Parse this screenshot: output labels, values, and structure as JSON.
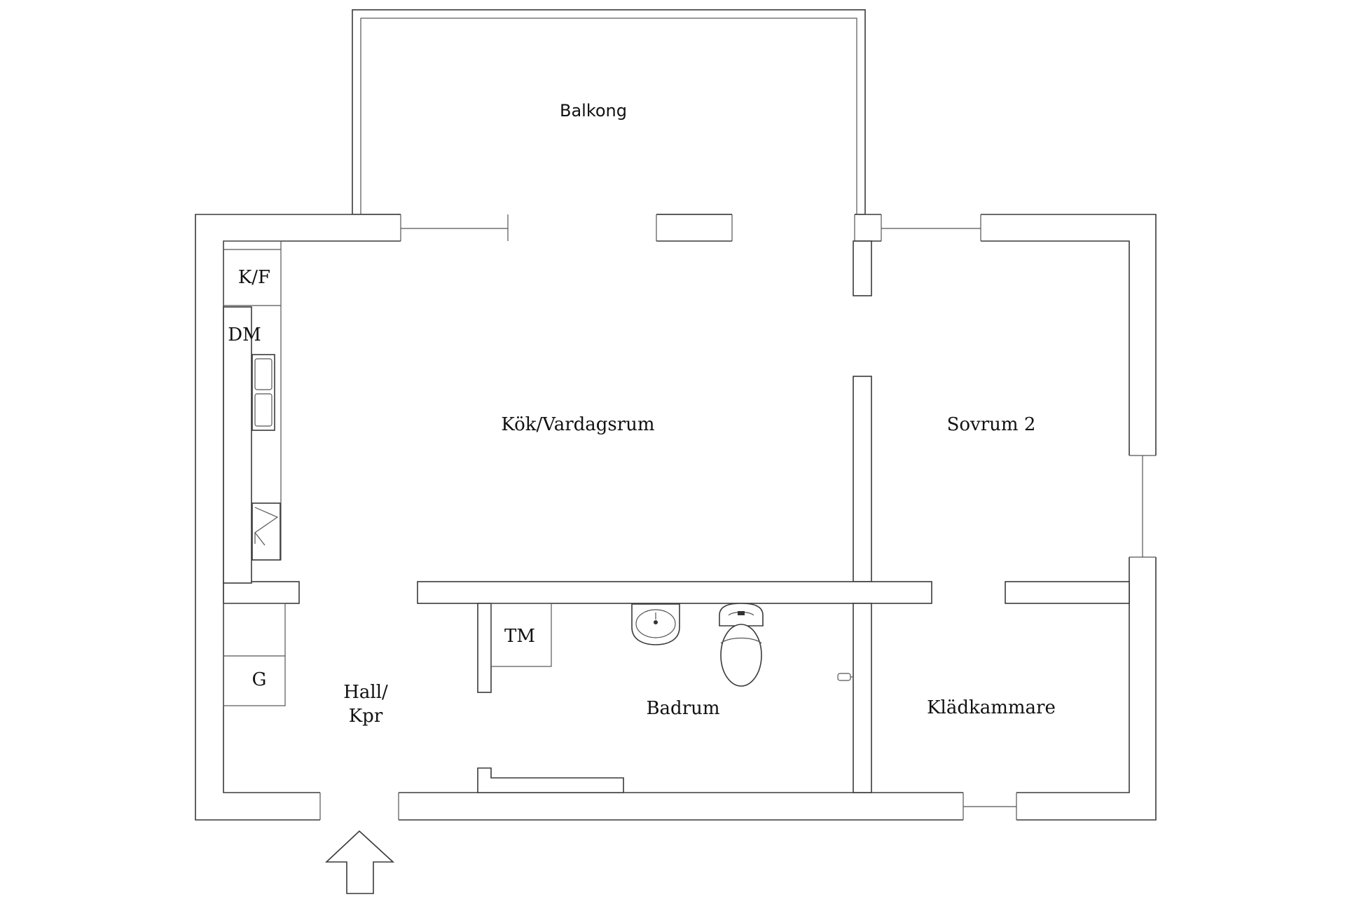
{
  "plan": {
    "rooms": {
      "balcony": "Balkong",
      "kitchen_living": "Kök/Vardagsrum",
      "bedroom": "Sovrum 2",
      "hall_line1": "Hall/",
      "hall_line2": "Kpr",
      "bathroom": "Badrum",
      "closet": "Klädkammare"
    },
    "fixtures": {
      "fridge_freezer": "K/F",
      "dishwasher": "DM",
      "washing_machine": "TM",
      "wardrobe": "G"
    },
    "icons": {
      "entrance": "entrance-arrow-icon",
      "sink": "washbasin-icon",
      "toilet": "toilet-icon",
      "kitchen_sink": "kitchen-sink-icon",
      "stove": "stove-icon"
    }
  }
}
